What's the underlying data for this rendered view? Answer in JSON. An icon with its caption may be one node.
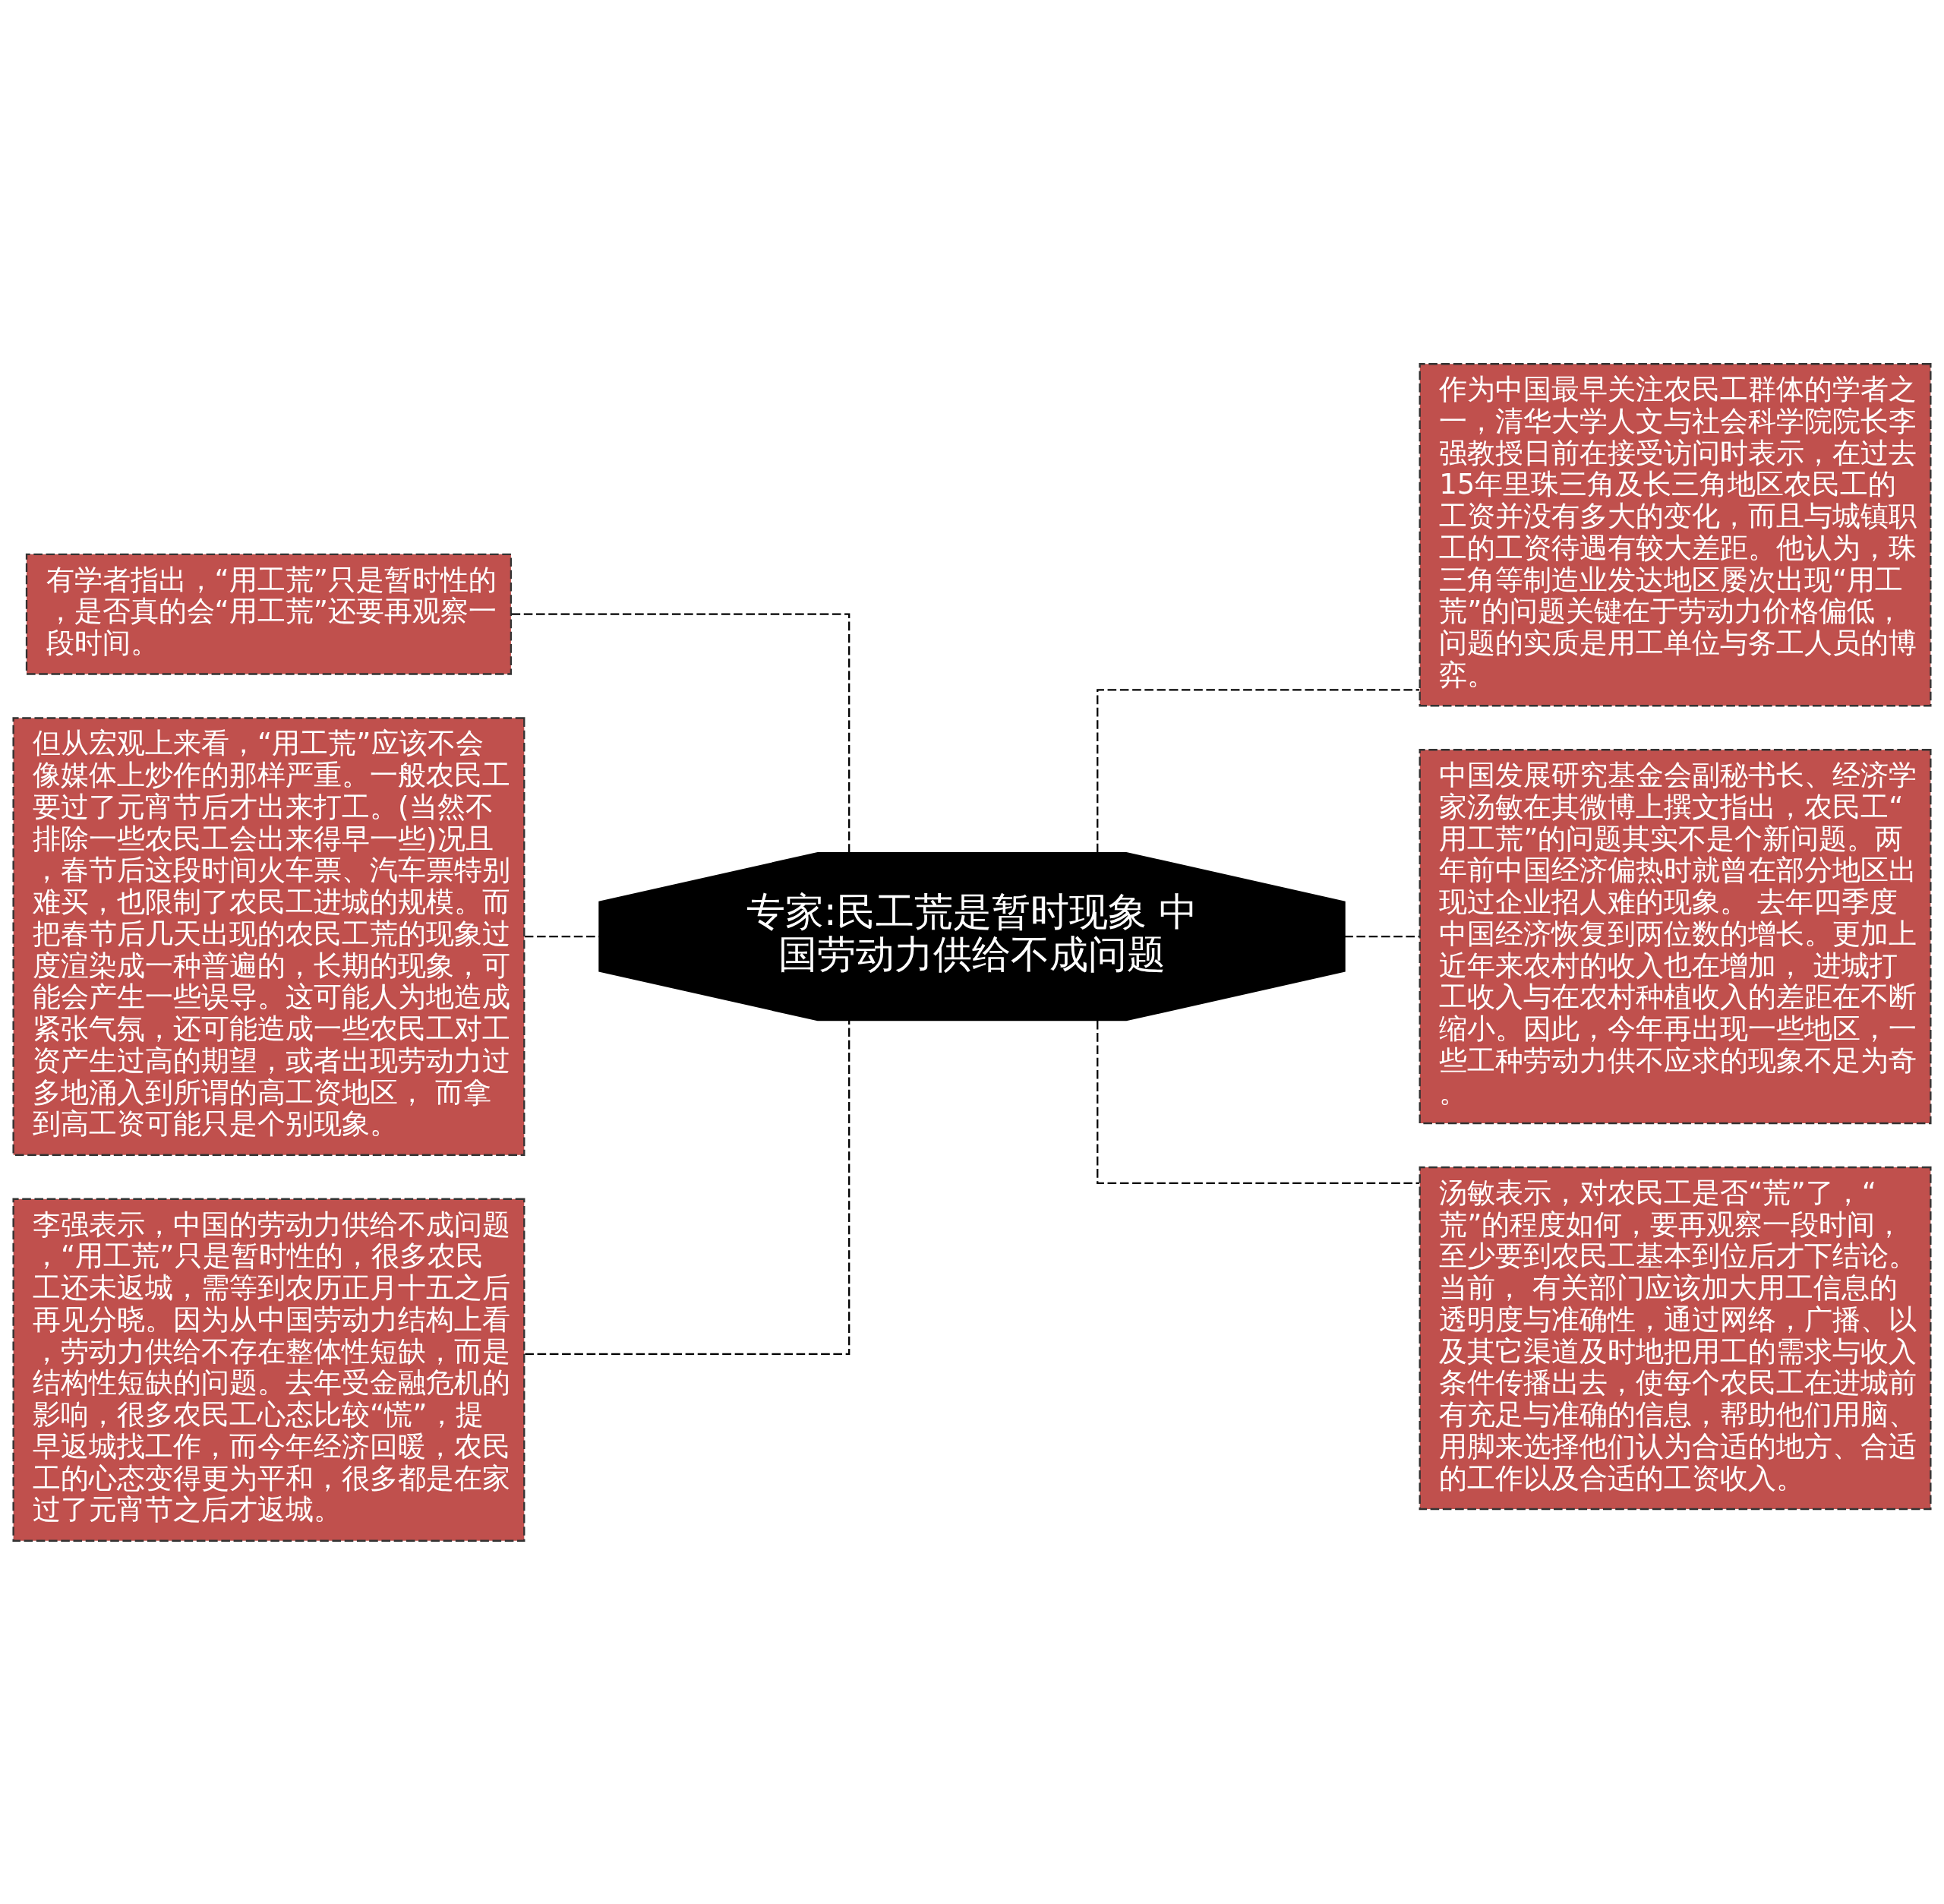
{
  "diagram": {
    "nodes": [
      {
        "text": [
          "专家:民工荒是暂时现象 中国劳动力供给不成问题"
        ]
      },
      {
        "text": [
          "有学者指出，“用工荒”只是暂时性的，是否真的会“用工荒”还要再观察一段时间。"
        ]
      },
      {
        "text": [
          "但从宏观上来看，“用工荒”应该不会像媒体上炒作的那样严重。一般农民工要过了元宵节后才出来打工。(当然不排除一些农民工会出来得早一些)况且，春节后这段时间火车票、汽车票特别难买，也限制了农民工进城的规模。而把春节后几天出现的农民工荒的现象过度渲染成一种普遍的，长期的现象，可能会产生一些误导。这可能人为地造成紧张气氛，还可能造成一些农民工对工资产生过高的期望，或者出现劳动力过多地涌入到所谓的高工资地区， 而拿到高工资可能只是个别现象。"
        ]
      },
      {
        "text": [
          "李强表示，中国的劳动力供给不成问题，“用工荒”只是暂时性的，很多农民工还未返城，需等到农历正月十五之后再见分晓。因为从中国劳动力结构上看，劳动力供给不存在整体性短缺，而是结构性短缺的问题。去年受金融危机的影响，很多农民工心态比较“慌”，提早返城找工作，而今年经济回暖，农民工的心态变得更为平和，很多都是在家过了元宵节之后才返城。"
        ]
      },
      {
        "text": [
          "作为中国最早关注农民工群体的学者之一，清华大学人文与社会科学院院长李强教授日前在接受访问时表示，在过去15年里珠三角及长三角地区农民工的工资并没有多大的变化，而且与城镇职工的工资待遇有较大差距。他认为，珠三角等制造业发达地区屡次出现“用工荒”的问题关键在于劳动力价格偏低，问题的实质是用工单位与务工人员的博弈。"
        ]
      },
      {
        "text": [
          "中国发展研究基金会副秘书长、经济学家汤敏在其微博上撰文指出，农民工“用工荒”的问题其实不是个新问题。两年前中国经济偏热时就曾在部分地区出现过企业招人难的现象。 去年四季度中国经济恢复到两位数的增长。更加上近年来农村的收入也在增加， 进城打工收入与在农村种植收入的差距在不断缩小。因此，今年再出现一些地区，一些工种劳动力供不应求的现象不足为奇。"
        ]
      },
      {
        "text": [
          "汤敏表示，对农民工是否“荒”了，“荒”的程度如何，要再观察一段时间，至少要到农民工基本到位后才下结论。当前， 有关部门应该加大用工信息的透明度与准确性，通过网络，广播、以及其它渠道及时地把用工的需求与收入条件传播出去，使每个农民工在进城前有充足与准确的信息，帮助他们用脑、用脚来选择他们认为合适的地方、合适的工作以及合适的工资收入。"
        ]
      }
    ],
    "edges": [
      {
        "from": 0,
        "to": 1,
        "arrow": "none",
        "style": "dashed"
      },
      {
        "from": 0,
        "to": 2,
        "arrow": "none",
        "style": "dashed"
      },
      {
        "from": 0,
        "to": 3,
        "arrow": "none",
        "style": "dashed"
      },
      {
        "from": 0,
        "to": 4,
        "arrow": "none",
        "style": "dashed"
      },
      {
        "from": 0,
        "to": 5,
        "arrow": "none",
        "style": "dashed"
      },
      {
        "from": 0,
        "to": 6,
        "arrow": "none",
        "style": "dashed"
      }
    ]
  }
}
